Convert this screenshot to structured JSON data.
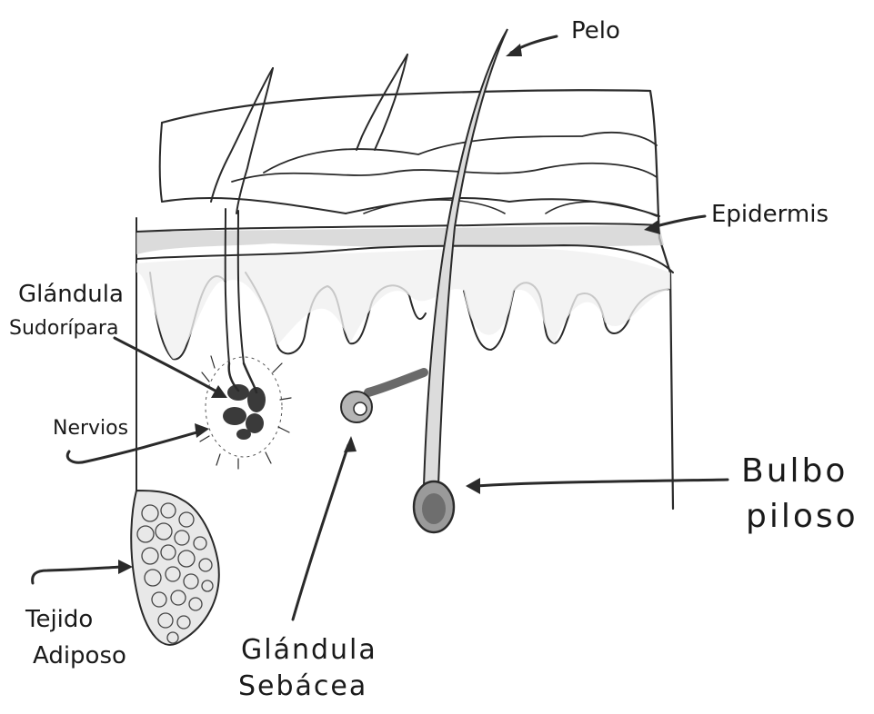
{
  "labels": {
    "pelo": "Pelo",
    "epidermis": "Epidermis",
    "glandula_sudoripara_1": "Glándula",
    "glandula_sudoripara_2": "Sudorípara",
    "nervios": "Nervios",
    "bulbo_1": "Bulbo",
    "bulbo_2": "piloso",
    "tejido_1": "Tejido",
    "tejido_2": "Adiposo",
    "sebacea_1": "Glándula",
    "sebacea_2": "Sebácea"
  },
  "colors": {
    "ink": "#2a2a2a",
    "shading": "#c9c9c9",
    "dark_gland": "#3a3a3a",
    "paper": "#ffffff"
  }
}
